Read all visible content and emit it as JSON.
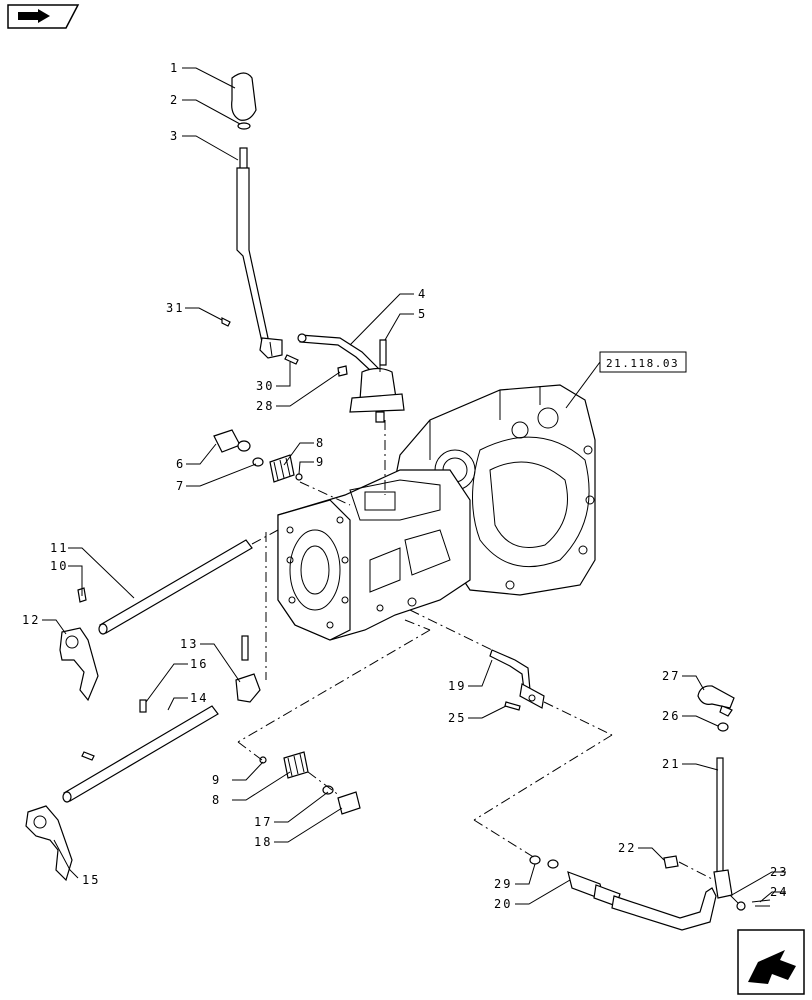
{
  "icons": {
    "top_left": "book-arrow-icon",
    "bottom_right": "next-page-arrow-icon"
  },
  "reference": "21.118.03",
  "callouts": {
    "c1": "1",
    "c2": "2",
    "c3": "3",
    "c4": "4",
    "c5": "5",
    "c6": "6",
    "c7": "7",
    "c8a": "8",
    "c9a": "9",
    "c10": "10",
    "c11": "11",
    "c12": "12",
    "c13": "13",
    "c14": "14",
    "c15": "15",
    "c16": "16",
    "c17": "17",
    "c18": "18",
    "c19": "19",
    "c20": "20",
    "c21": "21",
    "c22": "22",
    "c23": "23",
    "c24": "24",
    "c25": "25",
    "c26": "26",
    "c27": "27",
    "c28": "28",
    "c29": "29",
    "c30": "30",
    "c31": "31",
    "c8b": "8",
    "c9b": "9"
  }
}
